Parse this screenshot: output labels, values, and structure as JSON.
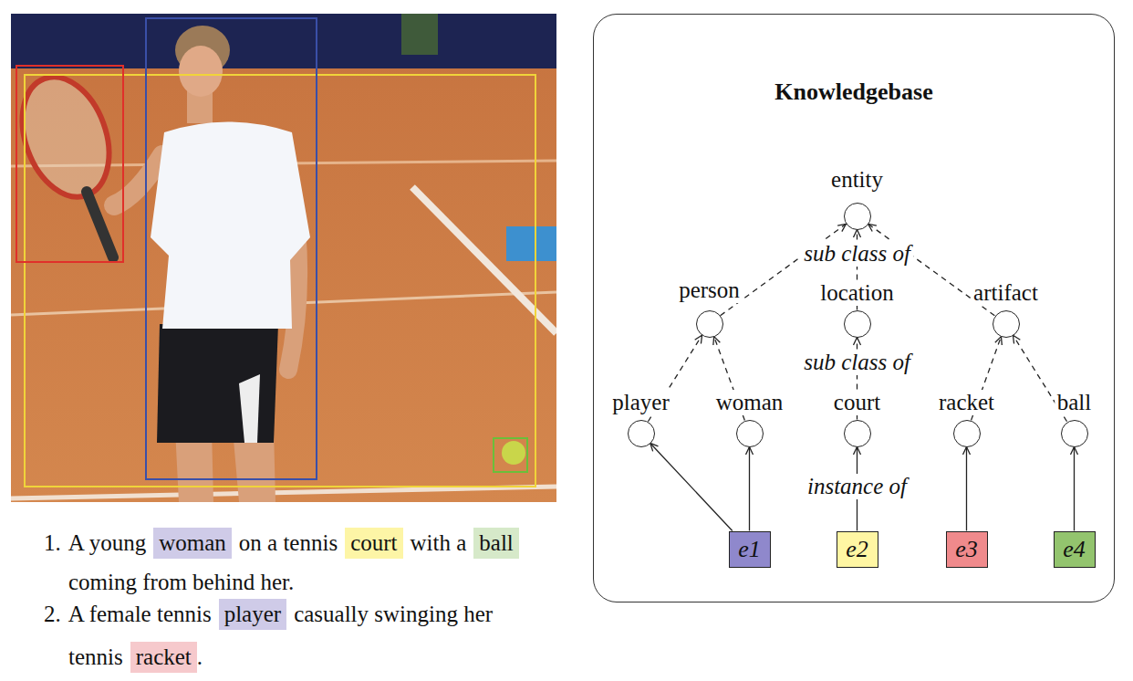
{
  "diagram": {
    "nodes": [
      {
        "text": [
          "Knowledgebase"
        ]
      },
      {
        "text": [
          "entity"
        ],
        "in": 0
      },
      {
        "text": [
          "person"
        ],
        "in": 0
      },
      {
        "text": [
          "location"
        ],
        "in": 0
      },
      {
        "text": [
          "artifact"
        ],
        "in": 0
      },
      {
        "text": [
          "player"
        ],
        "in": 0
      },
      {
        "text": [
          "woman"
        ],
        "in": 0
      },
      {
        "text": [
          "court"
        ],
        "in": 0
      },
      {
        "text": [
          "racket"
        ],
        "in": 0
      },
      {
        "text": [
          "ball"
        ],
        "in": 0
      },
      {
        "text": [
          "e1"
        ],
        "in": 0
      },
      {
        "text": [
          "e2"
        ],
        "in": 0
      },
      {
        "text": [
          "e3"
        ],
        "in": 0
      },
      {
        "text": [
          "e4"
        ],
        "in": 0
      }
    ],
    "edges": [
      {
        "from": 2,
        "to": 1,
        "arrow": "to"
      },
      {
        "from": 3,
        "to": 1,
        "arrow": "to",
        "label": "sub class of"
      },
      {
        "from": 4,
        "to": 1,
        "arrow": "to"
      },
      {
        "from": 5,
        "to": 2,
        "arrow": "to"
      },
      {
        "from": 6,
        "to": 2,
        "arrow": "to"
      },
      {
        "from": 7,
        "to": 3,
        "arrow": "to",
        "label": "sub class of"
      },
      {
        "from": 8,
        "to": 4,
        "arrow": "to"
      },
      {
        "from": 9,
        "to": 4,
        "arrow": "to"
      },
      {
        "from": 10,
        "to": 5,
        "arrow": "to"
      },
      {
        "from": 10,
        "to": 6,
        "arrow": "to"
      },
      {
        "from": 11,
        "to": 7,
        "arrow": "to",
        "label": "instance of"
      },
      {
        "from": 12,
        "to": 8,
        "arrow": "to"
      },
      {
        "from": 13,
        "to": 9,
        "arrow": "to"
      }
    ],
    "labels": [
      "1.",
      "A young",
      "woman",
      "on a tennis",
      "court",
      "with a",
      "ball",
      "coming from behind her.",
      "2.",
      "A female tennis",
      "player",
      "casually swinging her",
      "tennis",
      "racket",
      "."
    ]
  }
}
